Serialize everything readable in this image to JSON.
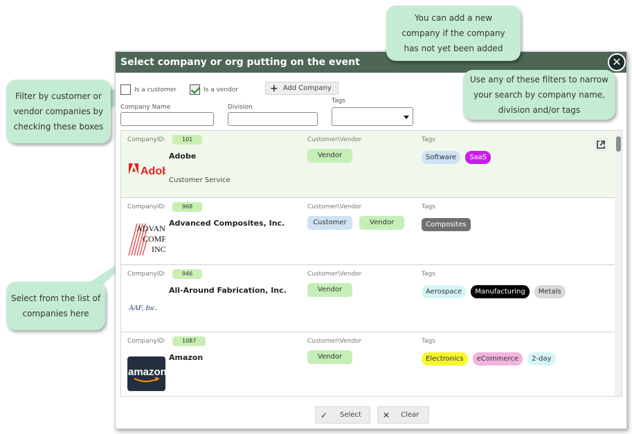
{
  "dialog": {
    "title": "Select company or org putting on the event",
    "close_label": "✕"
  },
  "filters": {
    "is_customer_label": "Is a customer",
    "is_customer_checked": false,
    "is_vendor_label": "Is a vendor",
    "is_vendor_checked": true,
    "add_company_label": "Add Company",
    "company_name_label": "Company Name",
    "company_name_value": "",
    "division_label": "Division",
    "division_value": "",
    "tags_label": "Tags",
    "tags_value": ""
  },
  "companies": [
    {
      "id_label": "CompanyID:",
      "id": "101",
      "name": "Adobe",
      "division": "Customer Service",
      "logo_text": "Adob",
      "cv_label": "Customer\\Vendor",
      "types": [
        "Vendor"
      ],
      "tags_label": "Tags",
      "tags": [
        {
          "label": "Software",
          "bg": "#cfe2f3",
          "fg": "#333333"
        },
        {
          "label": "SaaS",
          "bg": "#c71ee6",
          "fg": "#ffffff"
        }
      ],
      "selected": true
    },
    {
      "id_label": "CompanyID:",
      "id": "968",
      "name": "Advanced Composites, Inc.",
      "division": "",
      "logo_text": [
        "ADVAN",
        "COMF",
        "INC"
      ],
      "cv_label": "Customer\\Vendor",
      "types": [
        "Customer",
        "Vendor"
      ],
      "tags_label": "Tags",
      "tags": [
        {
          "label": "Composites",
          "bg": "#707070",
          "fg": "#ffffff"
        }
      ],
      "selected": false
    },
    {
      "id_label": "CompanyID:",
      "id": "946",
      "name": "All-Around Fabrication, Inc.",
      "division": "",
      "logo_text": "AAF, Inc.",
      "cv_label": "Customer\\Vendor",
      "types": [
        "Vendor"
      ],
      "tags_label": "Tags",
      "tags": [
        {
          "label": "Aerospace",
          "bg": "#d6f6f6",
          "fg": "#333333"
        },
        {
          "label": "Manufacturing",
          "bg": "#000000",
          "fg": "#ffffff"
        },
        {
          "label": "Metals",
          "bg": "#d9d9d9",
          "fg": "#333333"
        }
      ],
      "selected": false
    },
    {
      "id_label": "CompanyID:",
      "id": "1087",
      "name": "Amazon",
      "division": "",
      "logo_text": "amazon",
      "cv_label": "Customer\\Vendor",
      "types": [
        "Vendor"
      ],
      "tags_label": "Tags",
      "tags": [
        {
          "label": "Electronics",
          "bg": "#f7f72a",
          "fg": "#333333"
        },
        {
          "label": "eCommerce",
          "bg": "#f2b3de",
          "fg": "#333333"
        },
        {
          "label": "2-day",
          "bg": "#d6f6f6",
          "fg": "#333333"
        }
      ],
      "selected": false
    }
  ],
  "footer": {
    "select_label": "Select",
    "clear_label": "Clear"
  },
  "callouts": {
    "add_company": [
      "You can add a new",
      "company if the company",
      "has not yet been added"
    ],
    "filter_checkbox": [
      "Filter by customer or",
      "vendor companies by",
      "checking these boxes"
    ],
    "filters": [
      "Use any of these filters to narrow",
      "your search by company name,",
      "division and/or tags"
    ],
    "select_list": [
      "Select from the list of",
      "companies here"
    ]
  },
  "colors": {
    "header_bg": "#4d6656",
    "callout_bg": "#c4ecd4",
    "vendor_pill": "#c6efb8",
    "customer_pill": "#cfe2f3",
    "selected_row": "#f0f8ec"
  }
}
